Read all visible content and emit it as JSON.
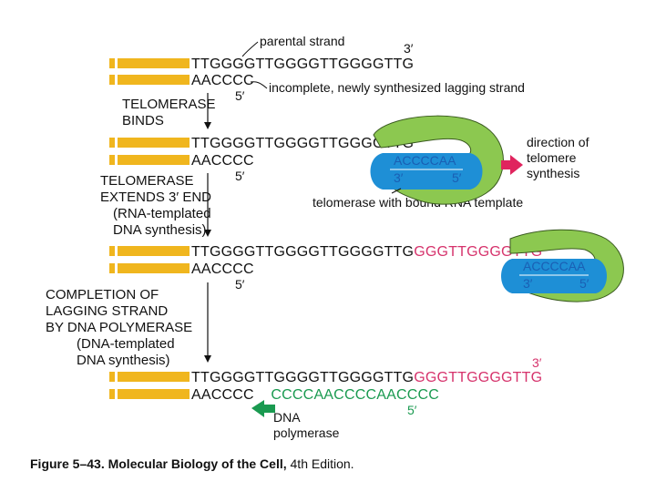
{
  "colors": {
    "dna_bar": "#f0b61e",
    "telomerase": "#8cc850",
    "rna_cap": "#1e8fd6",
    "new_dna": "#d6336c",
    "polymerase_strand": "#1a9a50",
    "arrow_red": "#e0245e"
  },
  "labels": {
    "parental_strand": "parental strand",
    "incomplete_strand": "incomplete, newly synthesized lagging strand",
    "direction_of_synthesis": "direction of\ntelomere\nsynthesis",
    "telomerase_with_template": "telomerase with bound RNA template",
    "dna_polymerase": "DNA\npolymerase"
  },
  "steps": {
    "step1": "TELOMERASE\nBINDS",
    "step2": "TELOMERASE\nEXTENDS 3′ END",
    "step2_sub": "(RNA-templated\nDNA synthesis)",
    "step3": "COMPLETION OF\nLAGGING STRAND\nBY DNA POLYMERASE",
    "step3_sub": "(DNA-templated\nDNA synthesis)"
  },
  "sequences": {
    "parental": "TTGGGGTTGGGGTTGGGGTTG",
    "extension": "GGGTTGGGGTTG",
    "lagging": "AACCCC",
    "polymerase_fill": "CCCCAACCCCAACCCC",
    "rna_template": "ACCCCAA"
  },
  "ends": {
    "three_prime": "3′",
    "five_prime": "5′"
  },
  "caption": {
    "figure": "Figure 5–43. Molecular Biology of the Cell,",
    "edition": "4th Edition."
  }
}
